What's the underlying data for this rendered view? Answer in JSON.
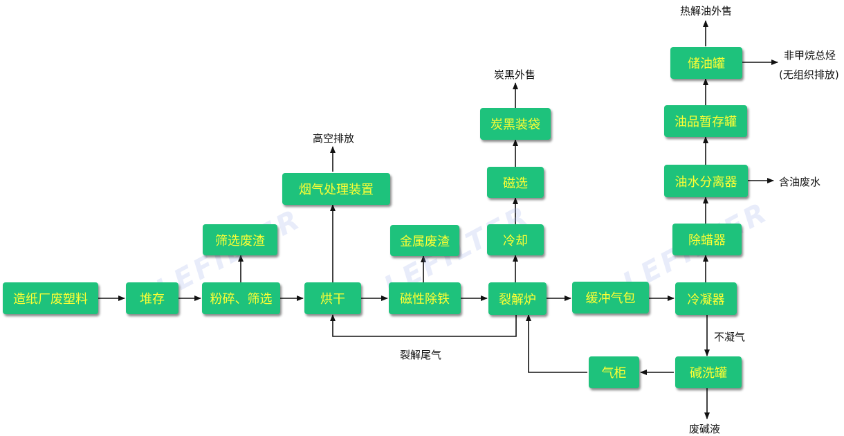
{
  "nodes": {
    "paper_waste_plastic": "造纸厂废塑料",
    "stockpile": "堆存",
    "crush_screen": "粉碎、筛选",
    "screen_residue": "筛选废渣",
    "drying": "烘干",
    "flue_gas_treatment": "烟气处理装置",
    "magnetic_iron_removal": "磁性除铁",
    "metal_residue": "金属废渣",
    "pyrolysis_furnace": "裂解炉",
    "cooling": "冷却",
    "magnetic_separation": "磁选",
    "carbon_black_bagging": "炭黑装袋",
    "buffer_bag": "缓冲气包",
    "condenser": "冷凝器",
    "dewaxer": "除蜡器",
    "oil_water_separator": "油水分离器",
    "oil_temp_tank": "油品暂存罐",
    "oil_storage_tank": "储油罐",
    "alkali_wash_tank": "碱洗罐",
    "gas_holder": "气柜"
  },
  "labels": {
    "high_altitude_emission": "高空排放",
    "carbon_black_sale": "炭黑外售",
    "pyrolysis_oil_sale": "热解油外售",
    "nmhc_line1": "非甲烷总烃",
    "nmhc_line2": "(无组织排放)",
    "oily_wastewater": "含油废水",
    "non_condensable_gas": "不凝气",
    "waste_alkali": "废碱液",
    "pyrolysis_tail_gas": "裂解尾气"
  },
  "watermark": "LEFILTER",
  "colors": {
    "node_fill": "#1ec27c",
    "node_text": "#ffff33",
    "line": "#111111"
  }
}
